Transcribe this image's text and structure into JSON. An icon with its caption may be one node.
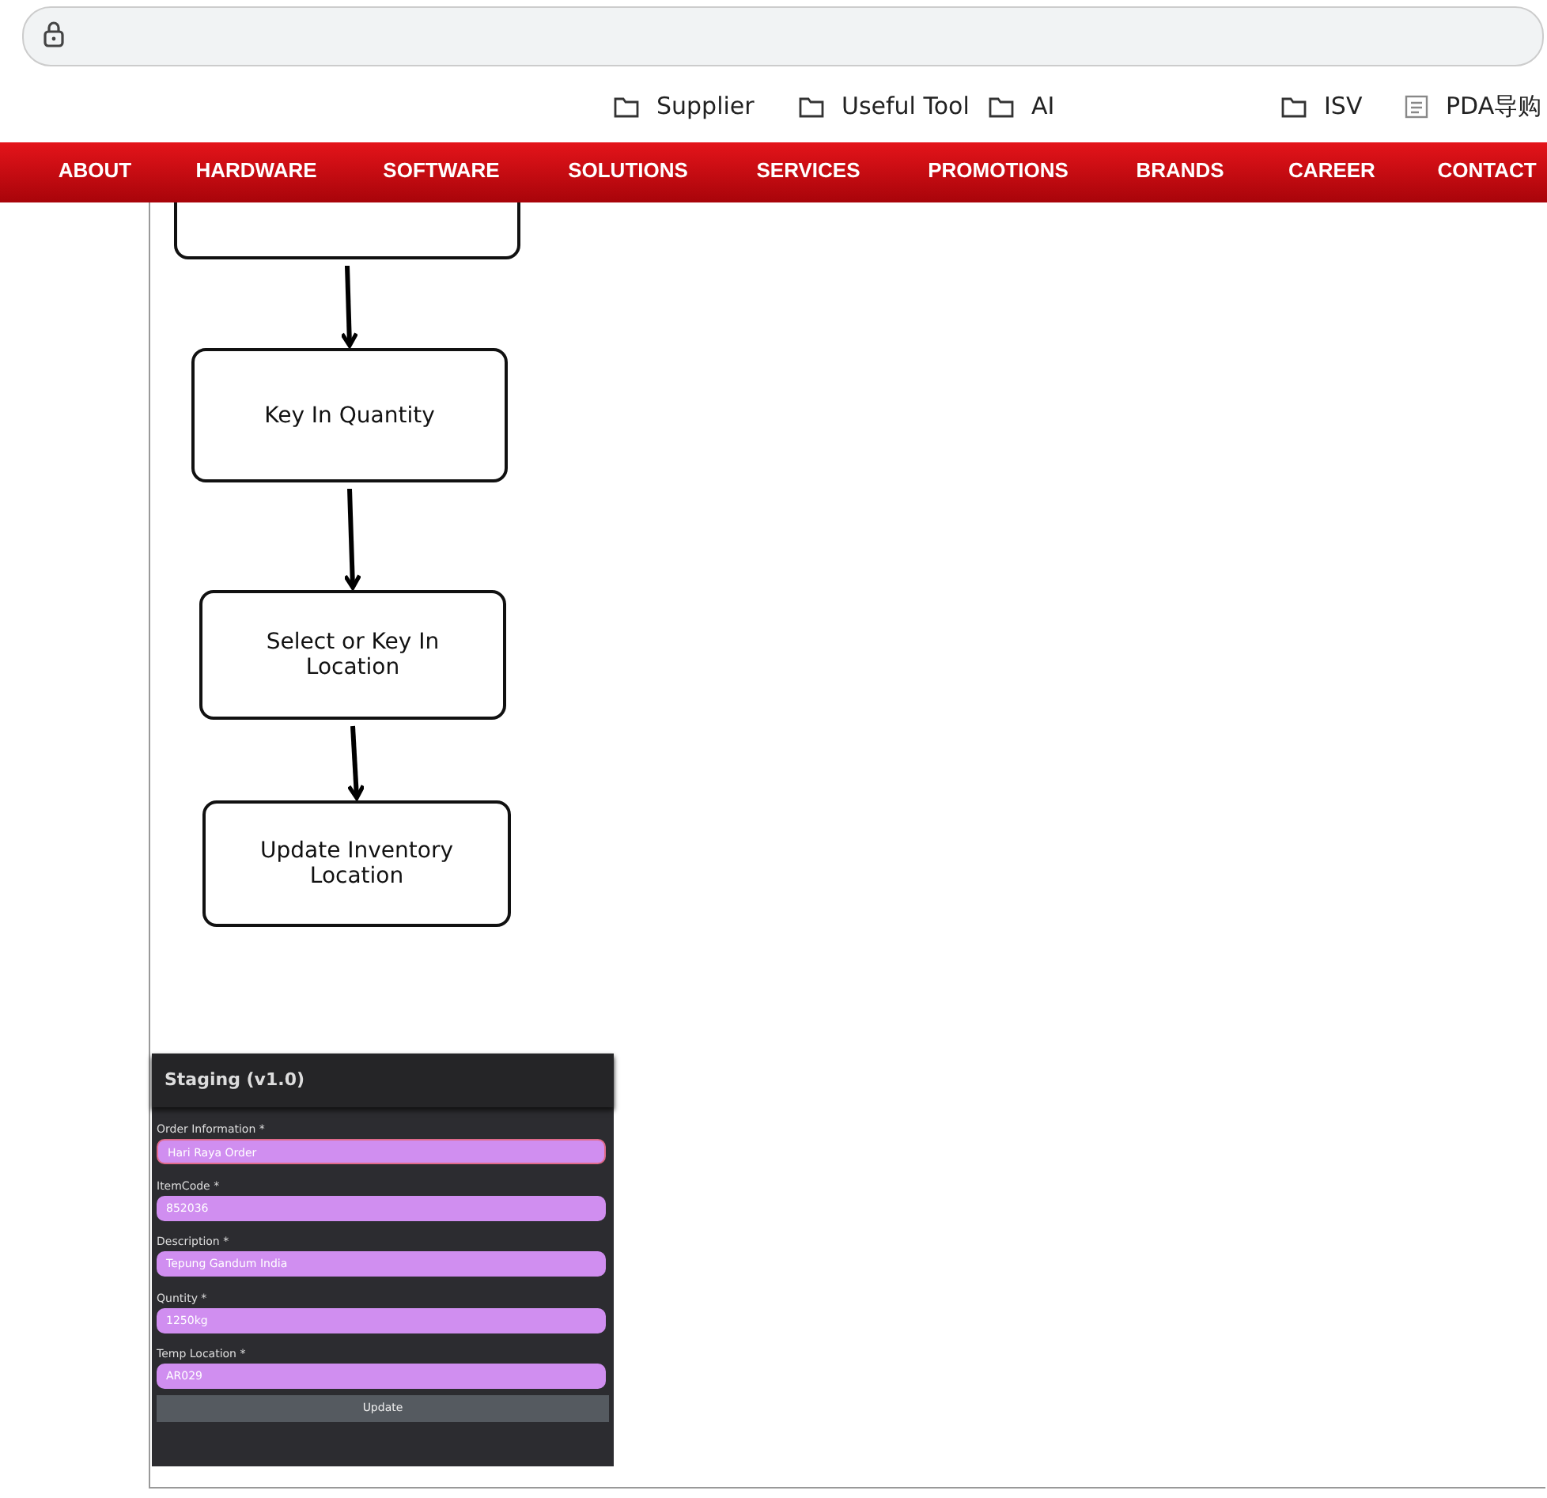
{
  "diagram": {
    "nodes": [
      {
        "text": [],
        "shape": "box"
      },
      {
        "text": [
          "Key In Quantity"
        ]
      },
      {
        "text": [
          "Select or Key In Location"
        ]
      },
      {
        "text": [
          "Update Inventory Location"
        ]
      }
    ],
    "edges": [
      {
        "from": 0,
        "to": 1,
        "arrow": "to"
      },
      {
        "from": 1,
        "to": 2,
        "arrow": "to"
      },
      {
        "from": 2,
        "to": 3,
        "arrow": "to"
      }
    ],
    "labels": [
      "Supplier",
      "Useful Tool",
      "AI",
      "ISV",
      "PDA导购",
      "ABOUT",
      "HARDWARE",
      "SOFTWARE",
      "SOLUTIONS",
      "SERVICES",
      "PROMOTIONS",
      "BRANDS",
      "CAREER",
      "CONTACT",
      "Staging (v1.0)",
      "Order Information *",
      "Hari Raya Order",
      "ItemCode *",
      "852036",
      "Description *",
      "Tepung Gandum India",
      "Quntity *",
      "1250kg",
      "Temp Location *",
      "AR029",
      "Update"
    ]
  }
}
